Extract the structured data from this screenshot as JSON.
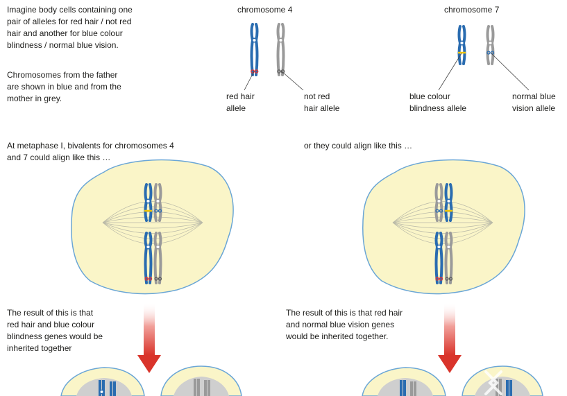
{
  "intro": {
    "alleles_text": "Imagine body cells containing one\npair of alleles for red hair / not red\nhair and another for blue colour\nblindness / normal blue vision.",
    "parents_text": "Chromosomes from the father\nare shown in blue and from the\nmother in grey."
  },
  "chromosome_headings": {
    "chr4": "chromosome 4",
    "chr7": "chromosome 7"
  },
  "allele_labels": {
    "red_hair": "red hair\nallele",
    "not_red_hair": "not red\nhair allele",
    "blue_blindness": "blue colour\nblindness allele",
    "normal_blue": "normal blue\nvision allele"
  },
  "metaphase": {
    "option_a": "At metaphase I, bivalents for chromosomes 4\nand 7 could align like this …",
    "option_b": "or they could align like this …"
  },
  "results": {
    "result_a": "The result of this is that\nred hair and blue colour\nblindness genes would be\ninherited together",
    "result_b": "The result of this is that red hair\nand normal blue vision genes\nwould be inherited together."
  },
  "colors": {
    "father_blue": "#2a6cb0",
    "mother_grey": "#9a9a9a",
    "cell_fill": "#faf5c8",
    "cell_stroke": "#6aa6d6",
    "red_allele": "#d8363a",
    "yellow_allele": "#f2c500",
    "arrow_red": "#d9342b",
    "nucleus_grey": "#cfcfcf"
  }
}
